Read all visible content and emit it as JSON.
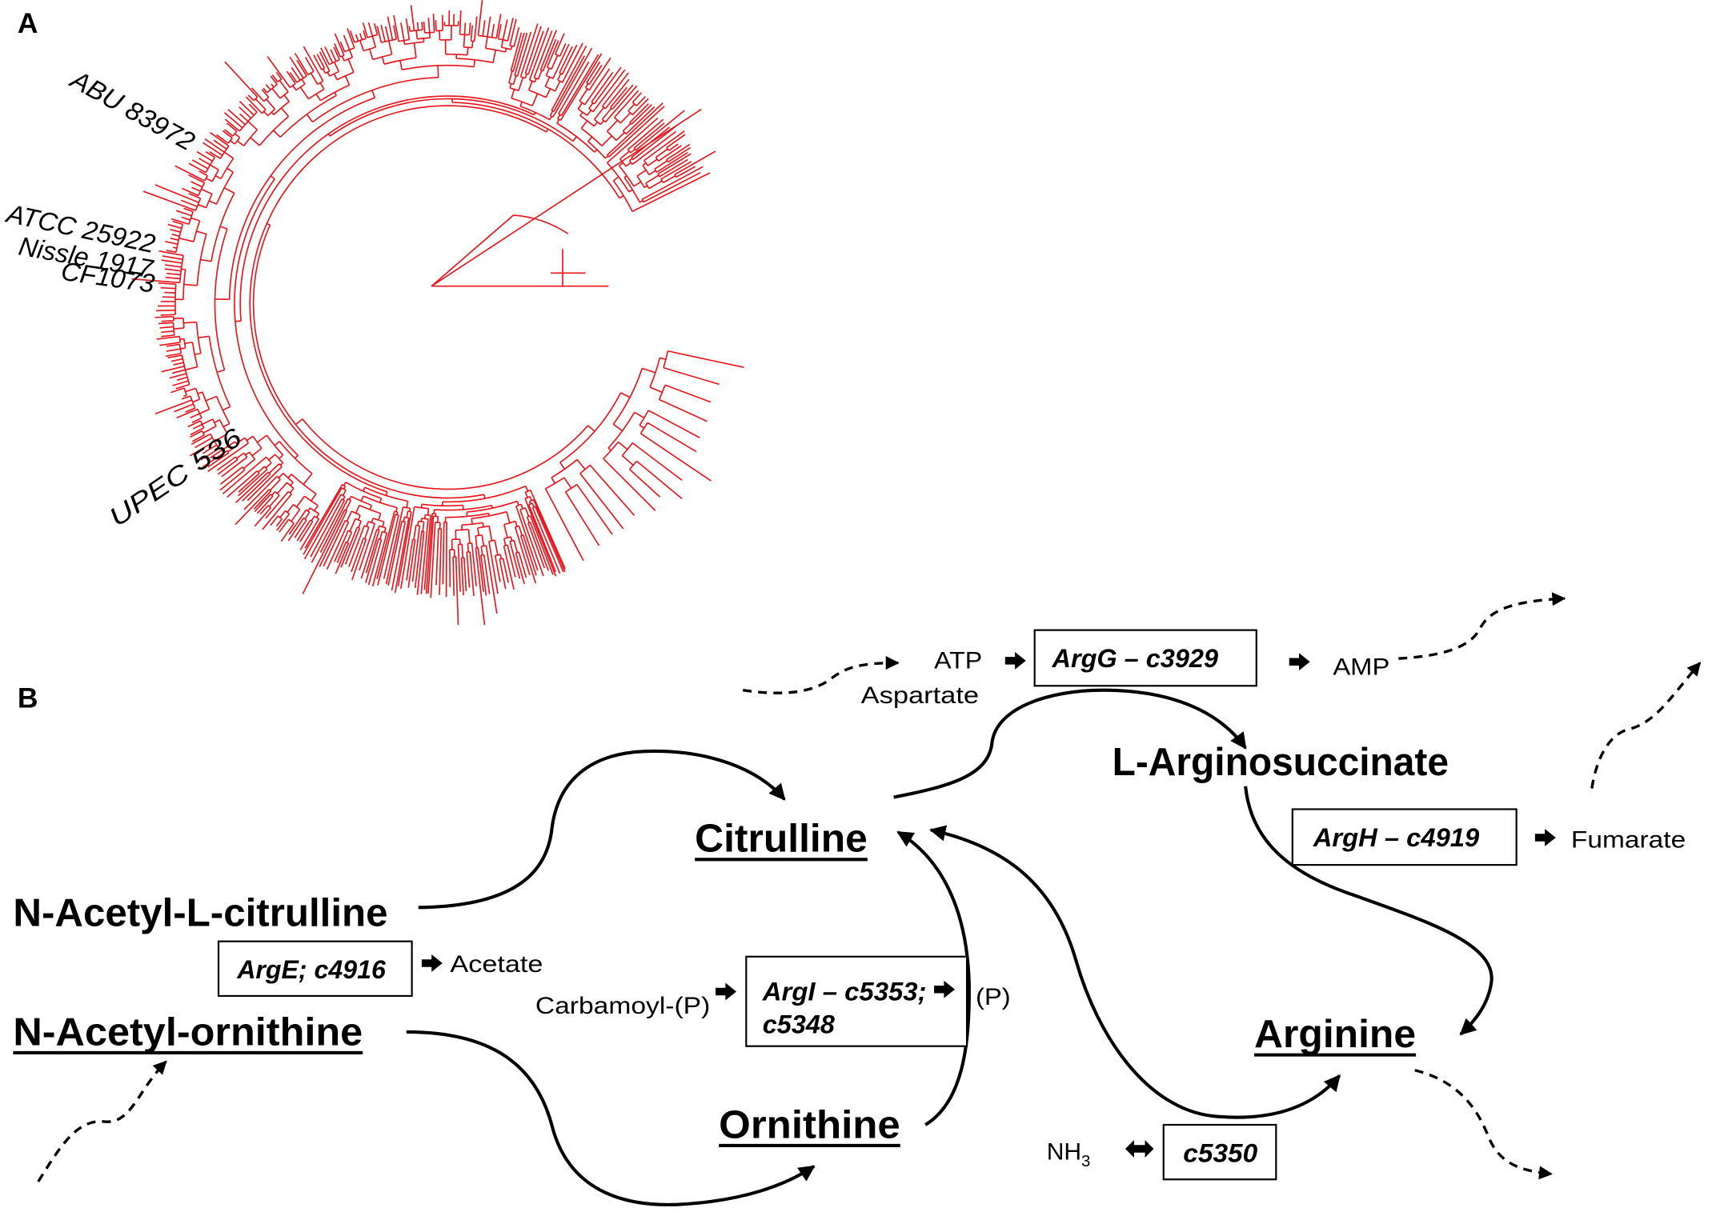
{
  "panels": {
    "a_label": "A",
    "b_label": "B"
  },
  "tree": {
    "color": "#e8141b",
    "strain_labels": [
      "ABU 83972",
      "ATCC 25922",
      "Nissle 1917",
      "CF1073",
      "UPEC 536"
    ]
  },
  "pathway": {
    "metabolites": {
      "n_acetyl_l_citrulline": "N-Acetyl-L-citrulline",
      "n_acetyl_ornithine": "N-Acetyl-ornithine",
      "citrulline": "Citrulline",
      "ornithine": "Ornithine",
      "l_arginosuccinate": "L-Arginosuccinate",
      "arginine": "Arginine"
    },
    "enzymes": {
      "arge": "ArgE; c4916",
      "argi_line1": "ArgI – c5353;",
      "argi_line2": "c5348",
      "argg": "ArgG – c3929",
      "argh": "ArgH – c4919",
      "c5350": "c5350"
    },
    "cofactors": {
      "acetate": "Acetate",
      "carbamoyl_p": "Carbamoyl-(P)",
      "phosphate": "(P)",
      "atp": "ATP",
      "aspartate": "Aspartate",
      "amp": "AMP",
      "fumarate": "Fumarate",
      "nh3": {
        "base": "NH",
        "subscript": "3"
      }
    }
  }
}
